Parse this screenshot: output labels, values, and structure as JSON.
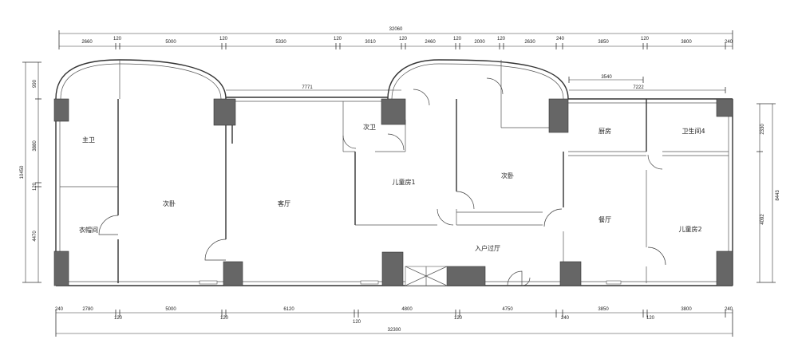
{
  "dimensions": {
    "top_total": "32060",
    "top_segments": [
      "2660",
      "120",
      "5000",
      "120",
      "5330",
      "120",
      "3010",
      "120",
      "2460",
      "120",
      "2000",
      "120",
      "2630",
      "240",
      "3850",
      "120",
      "3800",
      "240"
    ],
    "bottom_total": "32300",
    "bottom_segments": [
      "240",
      "2780",
      "120",
      "5000",
      "120",
      "6120",
      "120",
      "4800",
      "120",
      "4750",
      "240",
      "3850",
      "120",
      "3800",
      "240"
    ],
    "left_total": "10450",
    "left_segments": [
      "990",
      "3880",
      "120",
      "4470"
    ],
    "right_total": "8443",
    "right_segments": [
      "2330",
      "4092"
    ],
    "inner_7771": "7771",
    "inner_3540": "3540",
    "inner_7222": "7222"
  },
  "rooms": {
    "master_bath": "主卫",
    "cloakroom": "衣帽间",
    "second_bedroom_left": "次卧",
    "living_room": "客厅",
    "second_bath": "次卫",
    "children_room_1": "儿童房1",
    "second_bedroom_mid": "次卧",
    "entry_hall": "入户过厅",
    "kitchen": "厨房",
    "bathroom_4": "卫生间4",
    "dining_room": "餐厅",
    "children_room_2": "儿童房2"
  }
}
